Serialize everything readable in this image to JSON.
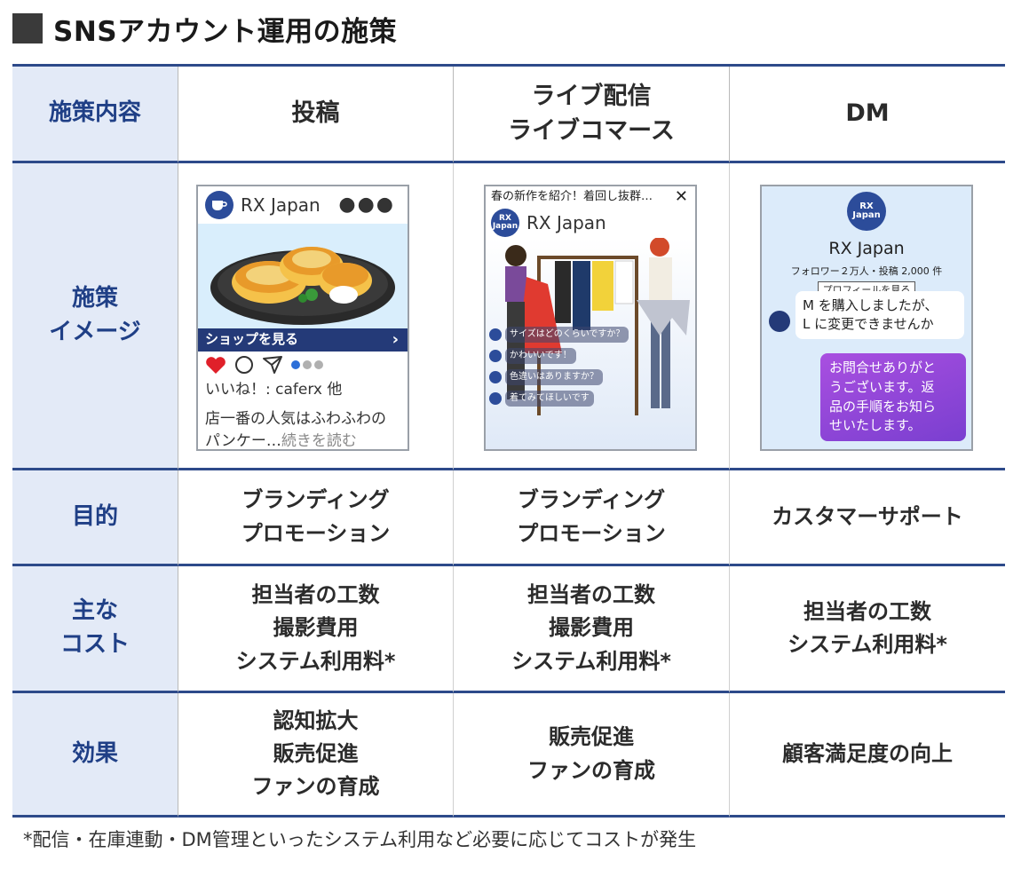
{
  "title": "SNSアカウント運用の施策",
  "headers": {
    "row_label": "施策内容",
    "col1": "投稿",
    "col2": "ライブ配信\nライブコマース",
    "col3": "DM"
  },
  "image_row_label": "施策\nイメージ",
  "post_card": {
    "account": "RX Japan",
    "shop_button": "ショップを見る",
    "likes": "いいね！: caferx 他",
    "caption": "店一番の人気はふわふわの\nパンケー…",
    "read_more": "続きを読む",
    "icons": [
      "heart-icon",
      "comment-icon",
      "send-icon"
    ]
  },
  "live_card": {
    "heading": "春の新作を紹介！着回し抜群…",
    "account": "RX Japan",
    "avatar_text": "RX\nJapan",
    "comments": [
      "サイズはどのくらいですか？",
      "かわいいです！",
      "色違いはありますか？",
      "着てみてほしいです"
    ]
  },
  "dm_card": {
    "account": "RX Japan",
    "avatar_text": "RX\nJapan",
    "stats": "フォロワー２万人・投稿 2,000 件",
    "profile_button": "プロフィールを見る",
    "incoming": "M を購入しましたが、\nL に変更できませんか",
    "outgoing": "お問合せありがと\nうございます。返\n品の手順をお知ら\nせいたします。"
  },
  "rows": [
    {
      "label": "目的",
      "values": [
        "ブランディング\nプロモーション",
        "ブランディング\nプロモーション",
        "カスタマーサポート"
      ]
    },
    {
      "label": "主な\nコスト",
      "values": [
        "担当者の工数\n撮影費用\nシステム利用料*",
        "担当者の工数\n撮影費用\nシステム利用料*",
        "担当者の工数\nシステム利用料*"
      ]
    },
    {
      "label": "効果",
      "values": [
        "認知拡大\n販売促進\nファンの育成",
        "販売促進\nファンの育成",
        "顧客満足度の向上"
      ]
    }
  ],
  "footnote": "*配信・在庫連動・DM管理といったシステム利用など必要に応じてコストが発生",
  "colors": {
    "header_bg": "#e3eaf7",
    "header_text": "#1f3f86",
    "rule": "#2d4a8a",
    "dm_outgoing": "#8f46da"
  }
}
